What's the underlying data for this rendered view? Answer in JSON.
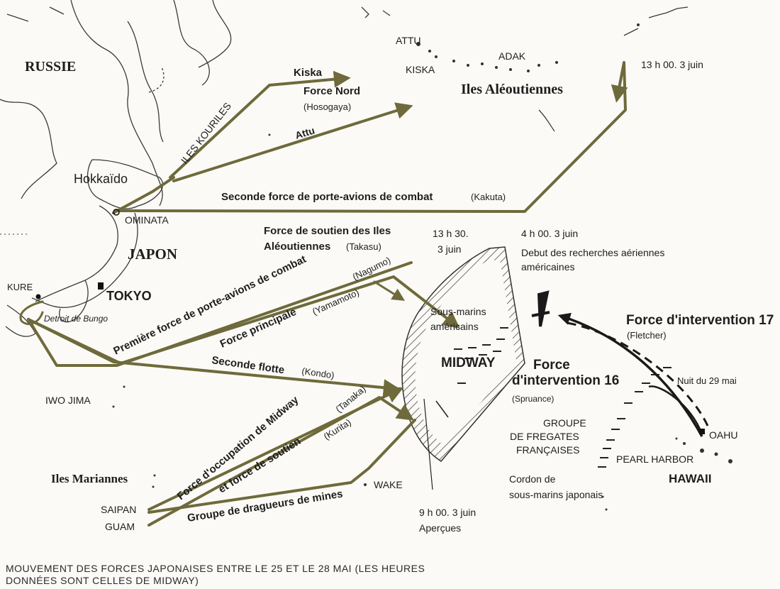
{
  "colors": {
    "japanese_route": "#6e6a3b",
    "american_route": "#1a1a1a",
    "paper": "#fbfaf6",
    "ink": "#1e1e1e"
  },
  "regions": {
    "russia": "RUSSIE",
    "hokkaido": "Hokkaïdo",
    "japan": "JAPON",
    "kuriles": "ILES KOURILES",
    "aleutians": "Iles Aléoutiennes",
    "marianas": "Iles Mariannes",
    "hawaii": "HAWAII"
  },
  "places": {
    "attu": "ATTU",
    "kiska": "KISKA",
    "adak": "ADAK",
    "ominata": "OMINATA",
    "tokyo": "TOKYO",
    "kure": "KURE",
    "bungo": "Detroit de Bungo",
    "iwo_jima": "IWO JIMA",
    "saipan": "SAIPAN",
    "guam": "GUAM",
    "wake": "WAKE",
    "midway": "MIDWAY",
    "oahu": "OAHU",
    "pearl_harbor": "PEARL HARBOR"
  },
  "forces": {
    "kiska": "Kiska",
    "force_nord": "Force Nord",
    "hosogaya": "(Hosogaya)",
    "attu": "Attu",
    "seconde_force_pa": "Seconde force de porte-avions de combat",
    "kakuta": "(Kakuta)",
    "soutien_aleout_1": "Force de soutien des Iles",
    "soutien_aleout_2": "Aléoutiennes",
    "takasu": "(Takasu)",
    "premiere_force_pa": "Première force de porte-avions de combat",
    "nagumo": "(Nagumo)",
    "force_principale": "Force principale",
    "yamamoto": "(Yamamoto)",
    "seconde_flotte": "Seconde flotte",
    "kondo": "(Kondo)",
    "occupation": "Force d'occupation de Midway",
    "tanaka": "(Tanaka)",
    "force_soutien": "et force de soutien",
    "kurita": "(Kurita)",
    "dragueurs": "Groupe de dragueurs de mines",
    "fi17": "Force d'intervention 17",
    "fletcher": "(Fletcher)",
    "fi16_1": "Force",
    "fi16_2": "d'intervention 16",
    "spruance": "(Spruance)"
  },
  "annotations": {
    "time_1300": "13 h 00. 3 juin",
    "time_1330_a": "13 h 30.",
    "time_1330_b": "3 juin",
    "time_0400": "4 h 00. 3 juin",
    "search_1": "Debut des recherches aériennes",
    "search_2": "américaines",
    "subs_1": "Sous-marins",
    "subs_2": "américains",
    "night": "Nuit du 29 mai",
    "frigates_1": "GROUPE",
    "frigates_2": "DE FREGATES",
    "frigates_3": "FRANÇAISES",
    "cordon_1": "Cordon de",
    "cordon_2": "sous-marins japonais",
    "time_0900": "9 h 00. 3 juin",
    "sighted": "Aperçues"
  },
  "caption": {
    "line1": "Mouvement des forces japonaises entre le 25 et le 28 mai (les heures",
    "line2": "données sont celles de Midway)"
  }
}
